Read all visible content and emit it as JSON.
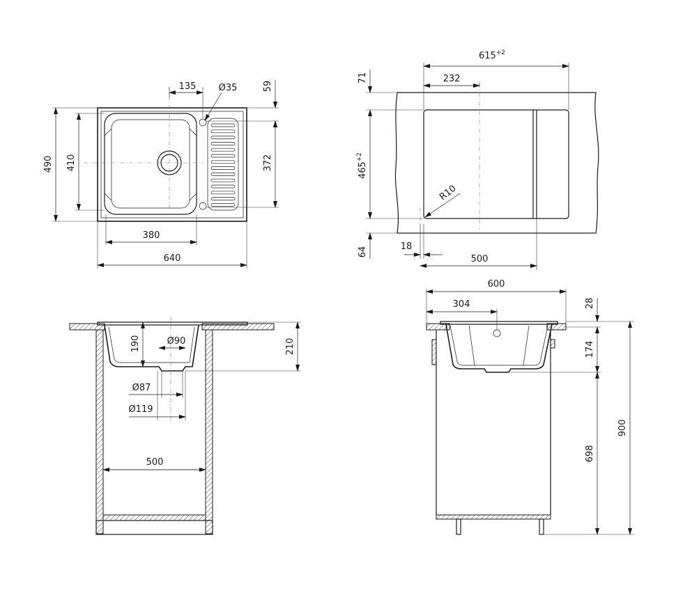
{
  "top_view": {
    "dim_width": "640",
    "dim_depth": "490",
    "dim_bowl_depth": "410",
    "dim_bowl_width": "380",
    "dim_drain_offset": "135",
    "dim_tap_hole": "Ø35",
    "dim_tap_offset": "59",
    "dim_drainboard": "372"
  },
  "cutout_view": {
    "dim_cut_width": "615",
    "dim_cut_width_tol": "+2",
    "dim_cut_depth": "465",
    "dim_cut_depth_tol": "+2",
    "dim_axis_offset": "232",
    "dim_top_offset": "71",
    "dim_radius": "R10",
    "dim_bottom_offset": "64",
    "dim_edge_offset": "18",
    "dim_cabinet": "500"
  },
  "front_section": {
    "dim_bowl_height": "190",
    "dim_drain_outer": "Ø90",
    "dim_total_height": "210",
    "dim_outlet_1": "Ø87",
    "dim_outlet_2": "Ø119",
    "dim_cabinet_width": "500"
  },
  "side_section": {
    "dim_top_width": "600",
    "dim_axis": "304",
    "dim_lip": "28",
    "dim_bowl": "174",
    "dim_cabinet": "698",
    "dim_total": "900"
  }
}
